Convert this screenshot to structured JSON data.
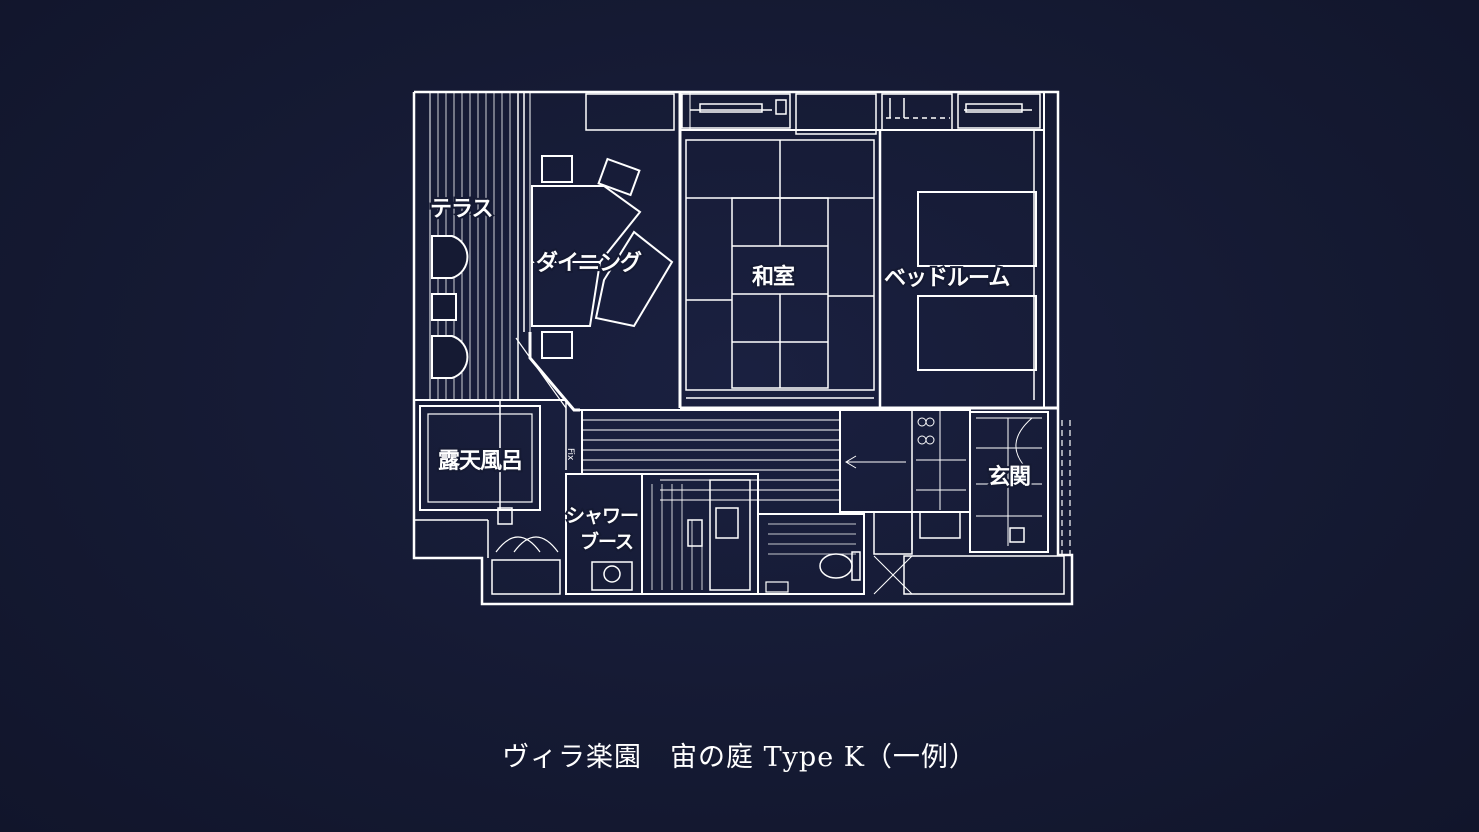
{
  "rooms": {
    "terrace": "テラス",
    "dining": "ダイニング",
    "washitsu": "和室",
    "bedroom": "ベッドルーム",
    "rotenburo": "露天風呂",
    "shower_booth_line1": "シャワー",
    "shower_booth_line2": "ブース",
    "genkan": "玄関",
    "fix_note": "Fix"
  },
  "caption": "ヴィラ楽園　宙の庭 Type K（一例）"
}
